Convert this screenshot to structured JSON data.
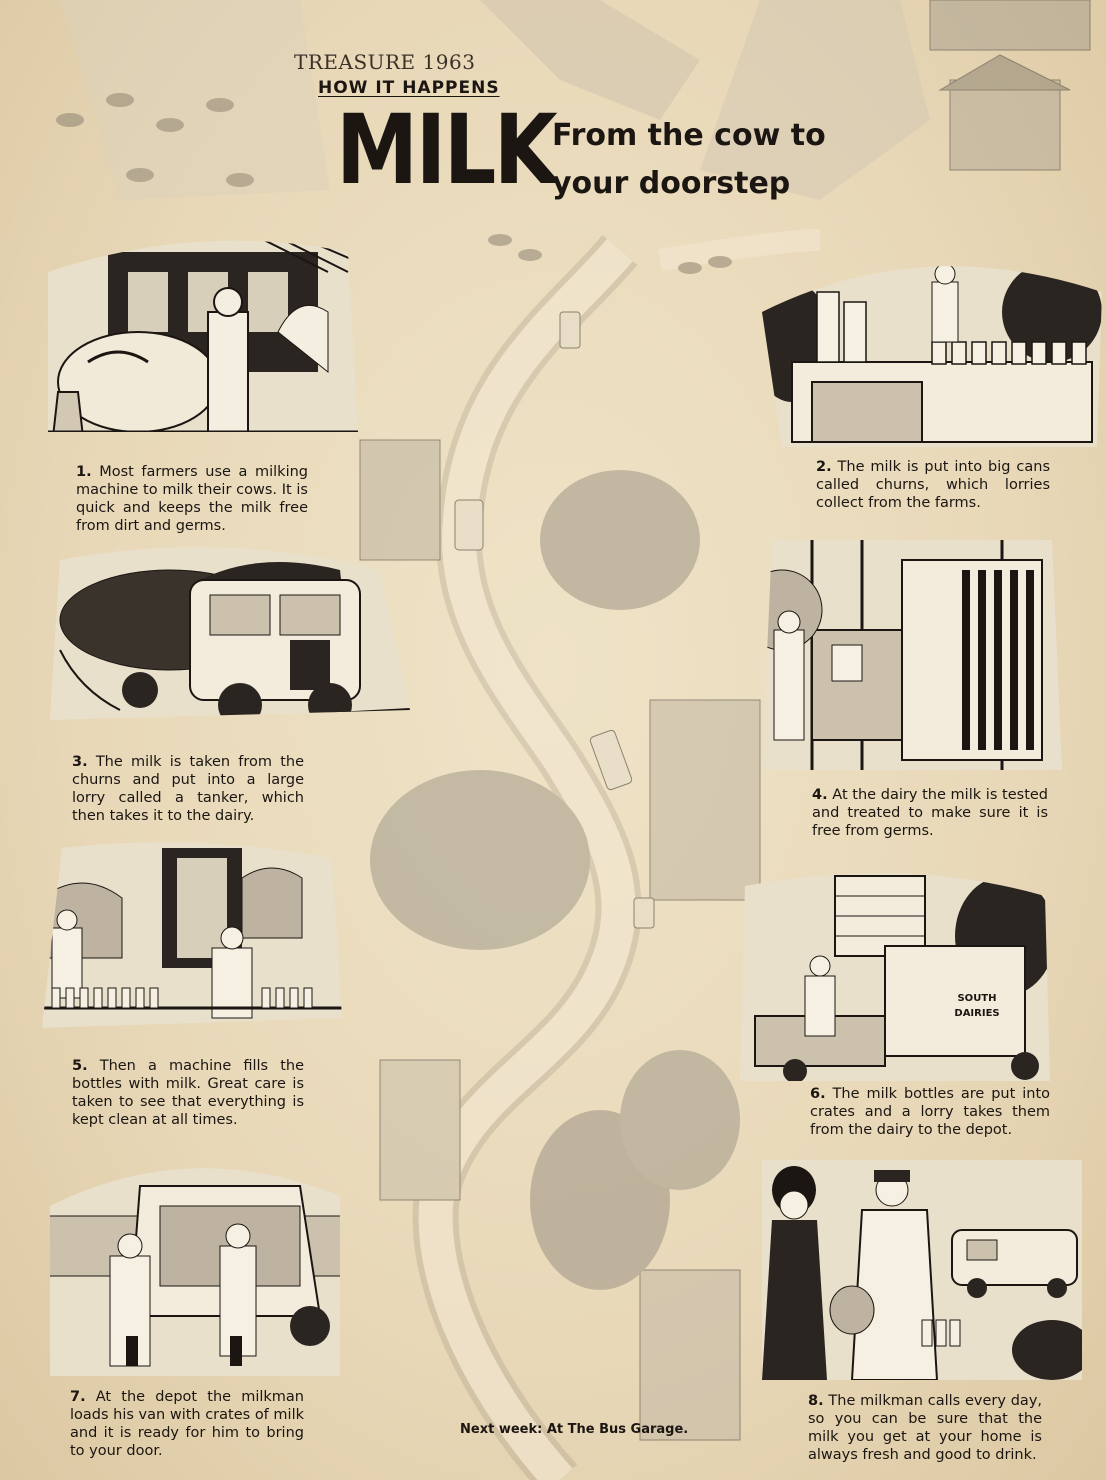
{
  "header": {
    "masthead": "TREASURE 1963",
    "series": "HOW IT HAPPENS",
    "title": "MILK",
    "subtitle_line1": "From the cow to",
    "subtitle_line2": "your doorstep"
  },
  "steps": [
    {
      "num": "1.",
      "text": "Most farmers use a milking machine to milk their cows. It is quick and keeps the milk free from dirt and germs."
    },
    {
      "num": "2.",
      "text": "The milk is put into big cans called churns, which lorries collect from the farms."
    },
    {
      "num": "3.",
      "text": "The milk is taken from the churns and put into a large lorry called a tanker, which then takes it to the dairy."
    },
    {
      "num": "4.",
      "text": "At the dairy the milk is tested and treated to make sure it is free from germs."
    },
    {
      "num": "5.",
      "text": "Then a machine fills the bottles with milk. Great care is taken to see that everything is kept clean at all times."
    },
    {
      "num": "6.",
      "text": "The milk bottles are put into crates and a lorry takes them from the dairy to the depot."
    },
    {
      "num": "7.",
      "text": "At the depot the milkman loads his van with crates of milk and it is ready for him to bring to your door."
    },
    {
      "num": "8.",
      "text": "The milkman calls every day, so you can be sure that the milk you get at your home is always fresh and good to drink."
    }
  ],
  "lorry_sign": "SOUTH DAIRIES",
  "footer": "Next week: At The Bus Garage."
}
